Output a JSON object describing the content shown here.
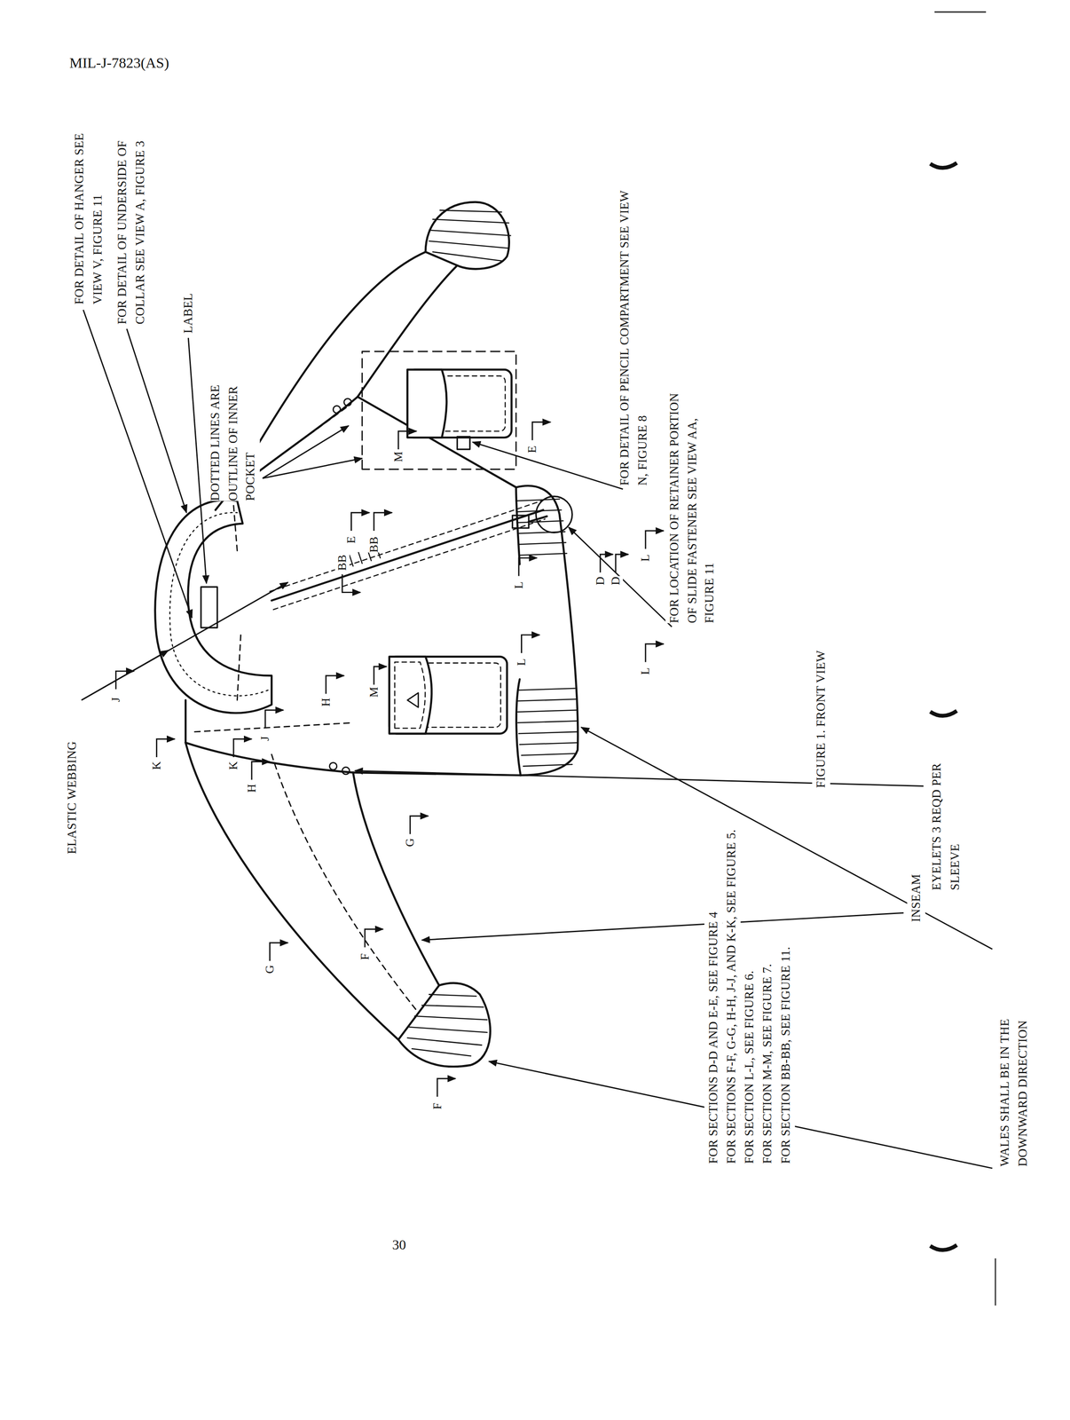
{
  "diagram": {
    "caption": "FIGURE 1. FRONT VIEW",
    "labels": [
      "MIL-J-7823(AS)",
      "FOR DETAIL OF HANGER SEE VIEW V, FIGURE 11",
      "FOR DETAIL OF UNDERSIDE OF COLLAR SEE VIEW A, FIGURE 3",
      "LABEL",
      "DOTTED LINES ARE OUTLINE OF INNER POCKET",
      "ELASTIC WEBBING",
      "FOR DETAIL OF PENCIL COMPARTMENT SEE VIEW N, FIGURE 8",
      "FOR LOCATION OF RETAINER PORTION OF SLIDE FASTENER SEE VIEW AA, FIGURE 11",
      "EYELETS 3 REQD PER SLEEVE",
      "INSEAM",
      "WALES SHALL BE IN THE DOWNWARD DIRECTION",
      "FOR SECTIONS D-D AND E-E, SEE FIGURE 4",
      "FOR SECTIONS F-F, G-G, H-H, J-J, AND K-K, SEE FIGURE 5.",
      "FOR SECTION L-L, SEE FIGURE 6.",
      "FOR SECTION M-M, SEE FIGURE 7.",
      "FOR SECTION BB-BB, SEE FIGURE 11.",
      "F",
      "F",
      "G",
      "G",
      "H",
      "H",
      "J",
      "J",
      "K",
      "K",
      "L",
      "L",
      "L",
      "L",
      "M",
      "M",
      "E",
      "E",
      "D",
      "D",
      "BB",
      "BB",
      "30"
    ]
  }
}
